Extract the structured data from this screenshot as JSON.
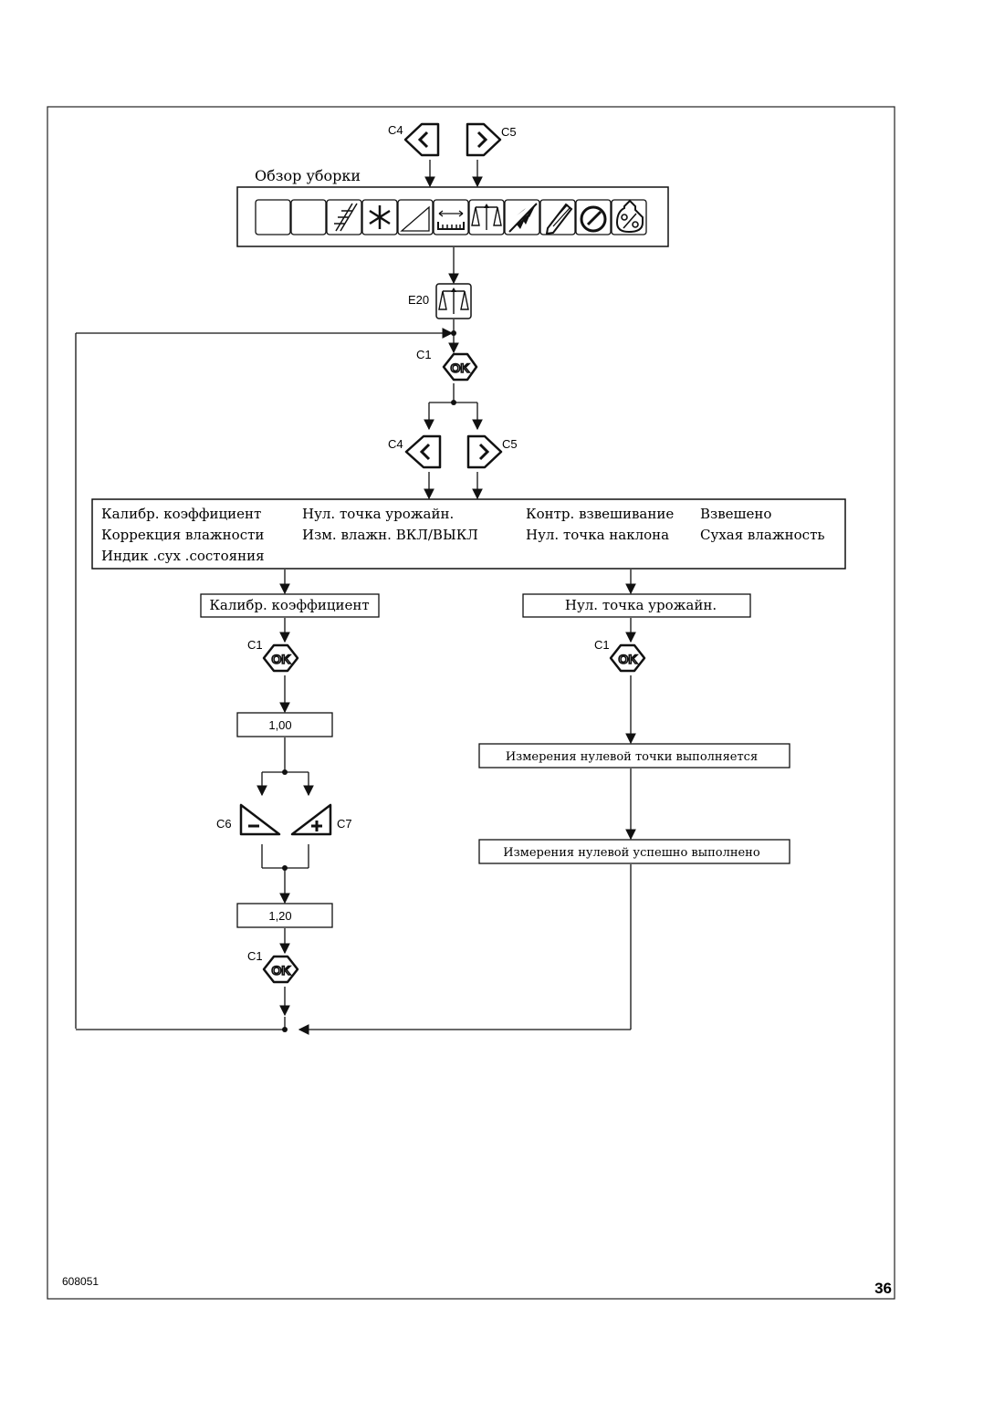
{
  "keys": {
    "c4": "C4",
    "c5": "C5",
    "c1": "C1",
    "c6": "C6",
    "c7": "C7",
    "e20": "E20",
    "ok": "OK"
  },
  "overview": {
    "title": "Обзор уборки",
    "icons": [
      "blank",
      "blank",
      "header-rows-icon",
      "asterisk-icon",
      "ramp-icon",
      "cutting-width-icon",
      "scales-icon",
      "grain-ear-icon",
      "pencil-icon",
      "gauge-icon",
      "moisture-percent-icon"
    ]
  },
  "menu": {
    "col1": [
      "Калибр. коэффициент",
      "Коррекция влажности",
      "Индик .сух .состояния"
    ],
    "col2": [
      "Нул. точка урожайн.",
      "Изм. влажн. ВКЛ/ВЫКЛ"
    ],
    "col3": [
      "Контр. взвешивание",
      "Нул. точка наклона"
    ],
    "col4": [
      "Взвешено",
      "Сухая влажность"
    ]
  },
  "left_branch": {
    "title": "Калибр. коэффициент",
    "value_initial": "1,00",
    "value_final": "1,20"
  },
  "right_branch": {
    "title": "Нул. точка урожайн.",
    "status_running": "Измерения нулевой точки выполняется",
    "status_done": "Измерения нулевой успешно выполнено"
  },
  "footer": {
    "doc_number": "608051",
    "page_number": "36"
  }
}
